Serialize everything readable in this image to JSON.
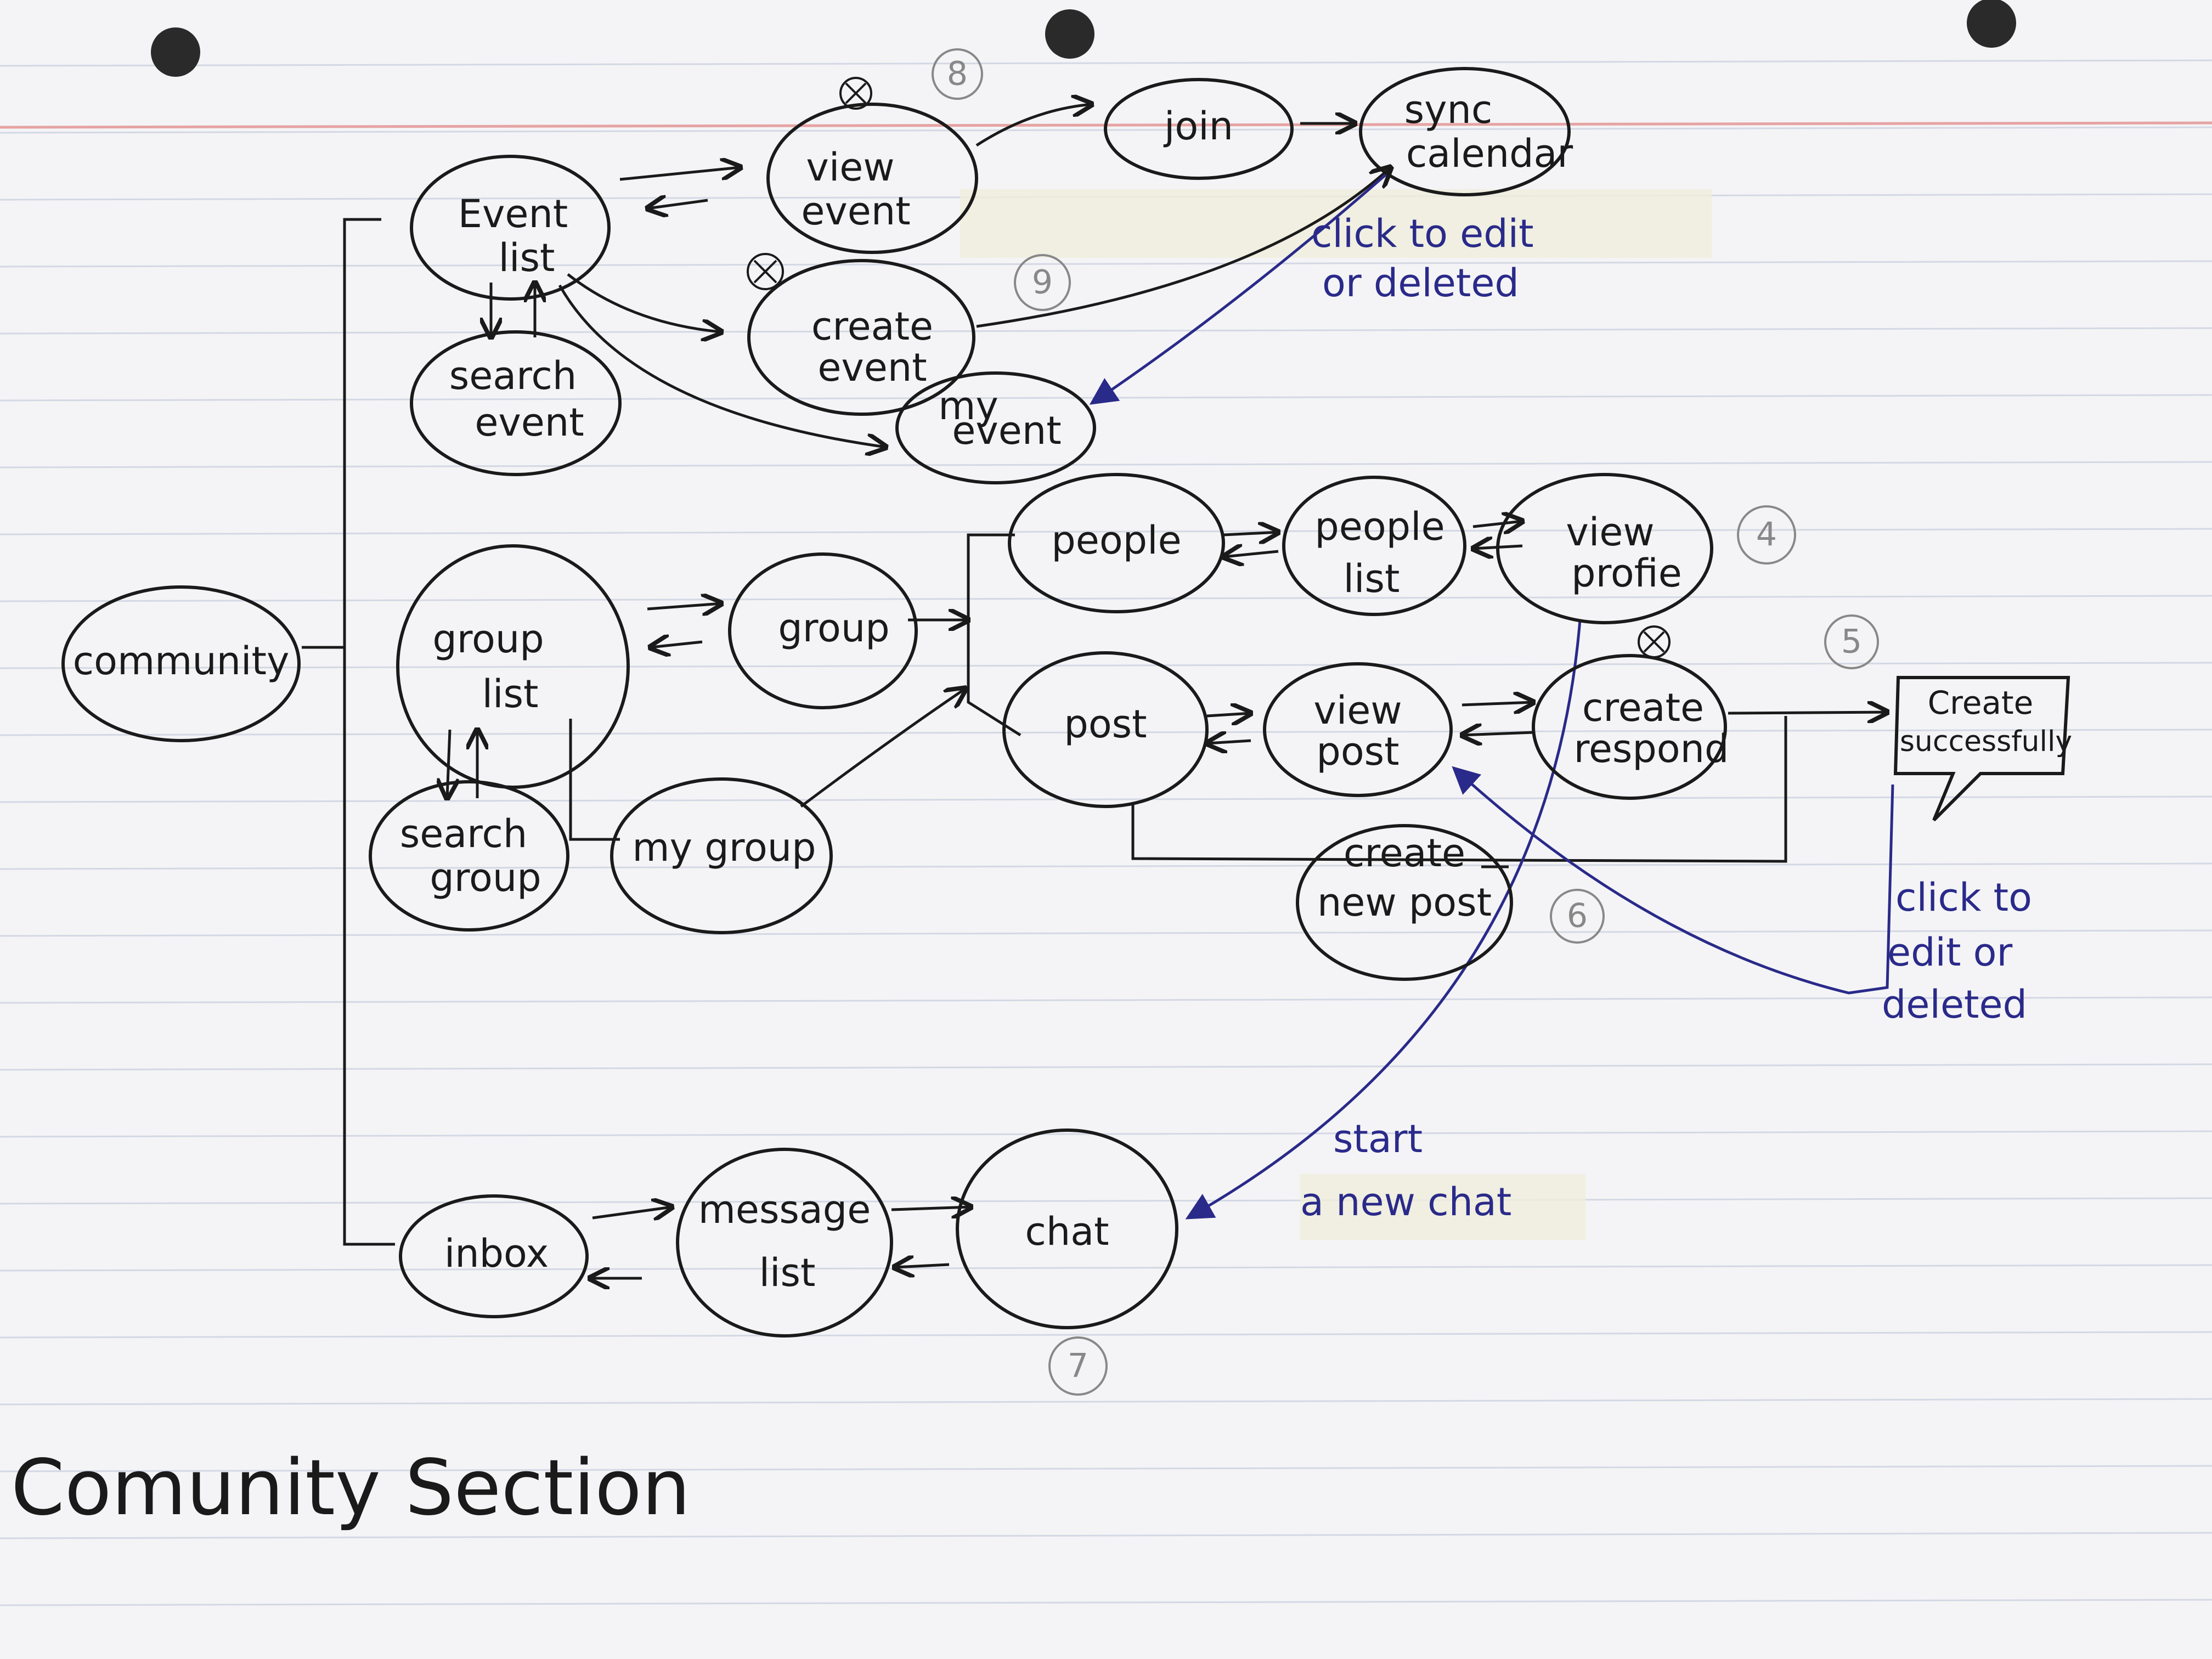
{
  "nodes": {
    "community": "community",
    "event_list": [
      "Event",
      "list"
    ],
    "search_event": [
      "search",
      "event"
    ],
    "view_event": [
      "view",
      "event"
    ],
    "create_event": [
      "create",
      "event"
    ],
    "my_event": [
      "my",
      "event"
    ],
    "join": "join",
    "sync_calendar": [
      "sync",
      "calendar"
    ],
    "group_list": [
      "group",
      "list"
    ],
    "search_group": [
      "search",
      "group"
    ],
    "group": "group",
    "my_group": "my group",
    "people": "people",
    "people_list": [
      "people",
      "list"
    ],
    "view_profile": [
      "view",
      "profie"
    ],
    "post": "post",
    "view_post": [
      "view",
      "post"
    ],
    "create_respond": [
      "create",
      "respond"
    ],
    "create_new_post": [
      "create",
      "new post"
    ],
    "create_successfully": [
      "Create",
      "successfully"
    ],
    "inbox": "inbox",
    "message_list": [
      "message",
      "list"
    ],
    "chat": "chat"
  },
  "notes": {
    "click_edit_event": [
      "click to edit",
      "or deleted"
    ],
    "click_edit_post": [
      "click to",
      "edit or",
      "deleted"
    ],
    "start_new_chat": [
      "start",
      "a new chat"
    ]
  },
  "badges": [
    "8",
    "9",
    "4",
    "5",
    "6",
    "7"
  ],
  "title": "Comunity Section"
}
